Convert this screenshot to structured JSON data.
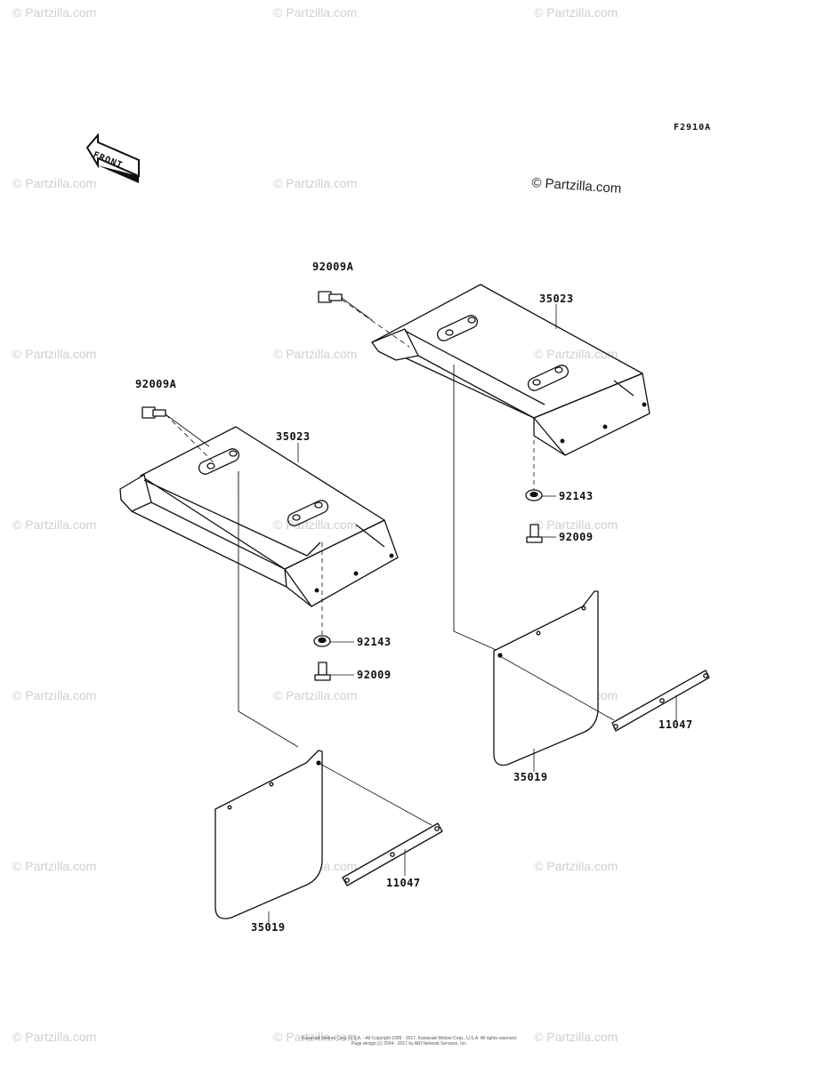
{
  "watermark": "© Partzilla.com",
  "copyright_stamp": "© Partzilla.com",
  "diagram_code": "F2910A",
  "front_indicator": "FRONT",
  "footer": {
    "line1": "Kawasaki Motors Corp. U.S.A. - All Copyright 1995 - 2017, Kawasaki Motors Corp., U.S.A. All rights reserved.",
    "line2": "Page design (c) 2004 - 2017 by ARI Network Services, Inc."
  },
  "callouts": {
    "bolt_top_right": "92009A",
    "panel_right": "35023",
    "bolt_top_left": "92009A",
    "panel_left": "35023",
    "washer_right": "92143",
    "screw_right": "92009",
    "washer_left": "92143",
    "screw_left": "92009",
    "bracket_right": "11047",
    "flap_right": "35019",
    "bracket_left": "11047",
    "flap_left": "35019"
  }
}
